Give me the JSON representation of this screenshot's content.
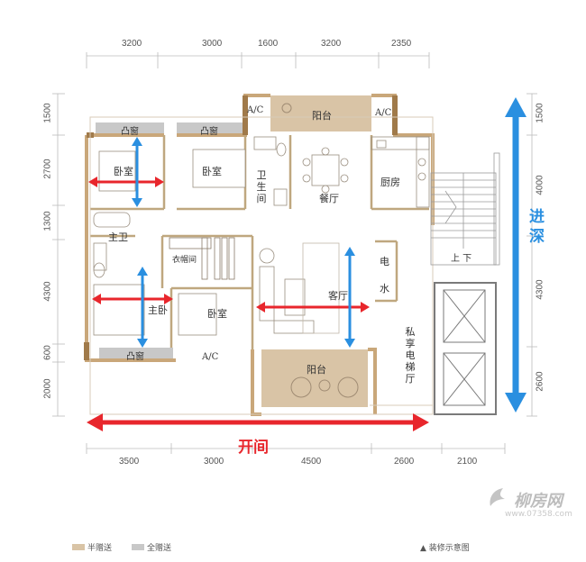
{
  "dimensions": {
    "top": [
      "3200",
      "3000",
      "1600",
      "3200",
      "2350"
    ],
    "bottom": [
      "3500",
      "3000",
      "4500",
      "2600",
      "2100"
    ],
    "left": [
      "1500",
      "2700",
      "1300",
      "4300",
      "600",
      "2000"
    ],
    "right": [
      "1500",
      "4000",
      "4300",
      "2600"
    ]
  },
  "rooms": {
    "bay_window_1": "凸窗",
    "bay_window_2": "凸窗",
    "bay_window_3": "凸窗",
    "bedroom_1": "卧室",
    "bedroom_2": "卧室",
    "bedroom_3": "卧室",
    "master_bedroom": "主卧",
    "master_bath": "主卫",
    "walk_in_closet": "衣帽间",
    "bathroom": "卫生间",
    "dining_room": "餐厅",
    "kitchen": "厨房",
    "living_room": "客厅",
    "balcony_top": "阳台",
    "balcony_bottom": "阳台",
    "ac_1": "A/C",
    "ac_2": "A/C",
    "ac_3": "A/C",
    "electric": "电",
    "water": "水",
    "stairs_up_down": "上 下",
    "private_elevator_hall": "私享电梯厅"
  },
  "annotations": {
    "depth_label": "进深",
    "width_label": "开间"
  },
  "legend": {
    "half_gift": "半赠送",
    "full_gift": "全赠送",
    "note": "▲ 装修示意图"
  },
  "watermark": {
    "brand": "柳房网",
    "url": "www.07358.com"
  },
  "colors": {
    "wall": "#c9a77a",
    "wall_dark": "#a07a4a",
    "balcony_fill": "#d9c4a6",
    "bay_fill": "#c8c8c8",
    "arrow_red": "#e8262c",
    "arrow_blue": "#2a8fe0",
    "line": "#8c7b66"
  }
}
